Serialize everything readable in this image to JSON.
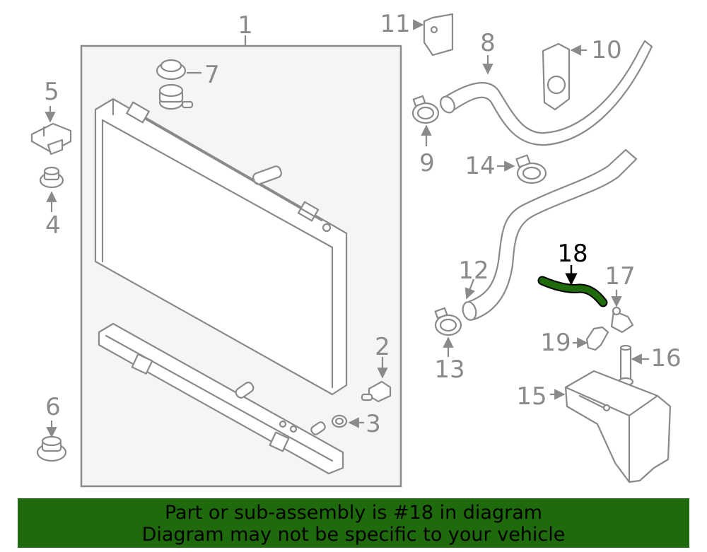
{
  "diagram": {
    "labels": {
      "p1": "1",
      "p2": "2",
      "p3": "3",
      "p4": "4",
      "p5": "5",
      "p6": "6",
      "p7": "7",
      "p8": "8",
      "p9": "9",
      "p10": "10",
      "p11": "11",
      "p12": "12",
      "p13": "13",
      "p14": "14",
      "p15": "15",
      "p16": "16",
      "p17": "17",
      "p18": "18",
      "p19": "19"
    },
    "highlighted_part": "18",
    "colors": {
      "line": "#8a8a8a",
      "highlight": "#1e6a0c",
      "banner": "#1e6a0c",
      "box_fill": "#f5f5f5"
    }
  },
  "banner": {
    "line1": "Part or sub-assembly is #18 in diagram",
    "line2": "Diagram may not be specific to your vehicle"
  }
}
